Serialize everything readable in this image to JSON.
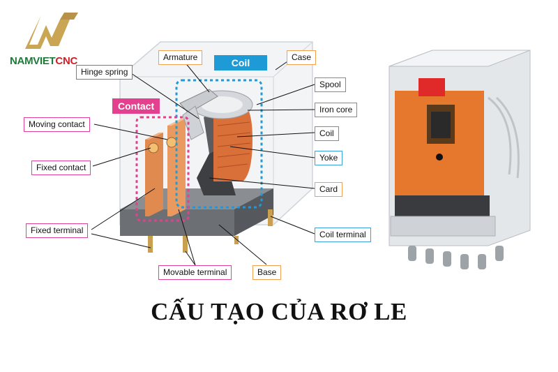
{
  "logo": {
    "part1": "NAMVIET",
    "part2": "CNC"
  },
  "tags": {
    "coil": "Coil",
    "contact": "Contact"
  },
  "labels": {
    "armature": "Armature",
    "case": "Case",
    "hinge_spring": "Hinge spring",
    "spool": "Spool",
    "iron_core": "Iron core",
    "moving_contact": "Moving contact",
    "coil": "Coil",
    "yoke": "Yoke",
    "fixed_contact": "Fixed contact",
    "card": "Card",
    "fixed_terminal": "Fixed terminal",
    "coil_terminal": "Coil terminal",
    "movable_terminal": "Movable terminal",
    "base": "Base"
  },
  "title": "CẤU TẠO CỦA RƠ LE",
  "colors": {
    "coil_blue": "#1e9ad6",
    "contact_pink": "#e3408f",
    "label_orange": "#f0a050",
    "copper": "#d9703a"
  }
}
